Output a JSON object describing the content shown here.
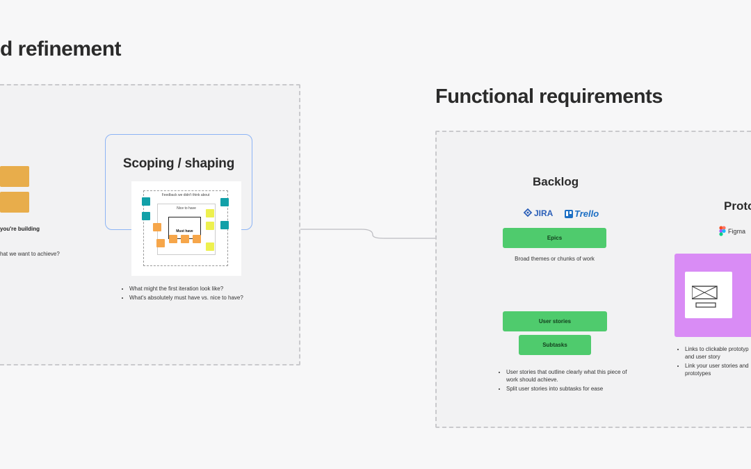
{
  "left_section": {
    "title": "d refinement",
    "note_building": "you're building",
    "note_achieve": "hat we want to achieve?"
  },
  "scoping": {
    "title": "Scoping / shaping",
    "thumb_feedback": "Feedback we didn't think about",
    "thumb_nice": "Nice to have",
    "thumb_must": "Must have",
    "bullets": [
      "What might the first iteration look like?",
      "What's absolutely must have vs. nice to have?"
    ]
  },
  "functional": {
    "title": "Functional requirements",
    "backlog_title": "Backlog",
    "logo_jira": "JIRA",
    "logo_trello": "Trello",
    "epics_label": "Epics",
    "epics_caption": "Broad themes or chunks of work",
    "stories_label": "User stories",
    "subtasks_label": "Subtasks",
    "bullets": [
      "User stories that outline clearly what this piece of work should achieve.",
      "Split user stories into subtasks for ease"
    ]
  },
  "prototype": {
    "title": "Proto",
    "logo_figma": "Figma",
    "bullets": [
      "Links to clickable prototyp and user story",
      "Link your user stories and prototypes"
    ]
  },
  "colors": {
    "accent_blue": "#8cb4f5",
    "green": "#4fcb6d",
    "purple": "#d98cf5",
    "sticky": "#e8ad4b"
  }
}
